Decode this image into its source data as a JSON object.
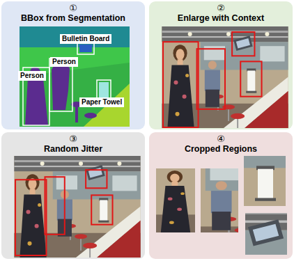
{
  "diagram": {
    "nodes": [
      {
        "text": [
          "①",
          "BBox from Segmentation"
        ]
      },
      {
        "text": [
          "Bulletin Board"
        ],
        "in": 0
      },
      {
        "text": [
          "Person"
        ],
        "in": 0
      },
      {
        "text": [
          "Person"
        ],
        "in": 0
      },
      {
        "text": [
          "Paper Towel"
        ],
        "in": 0
      },
      {
        "text": [
          "②",
          "Enlarge with Context"
        ]
      },
      {
        "text": [
          "③",
          "Random Jitter"
        ]
      },
      {
        "text": [
          "④",
          "Cropped Regions"
        ]
      }
    ]
  }
}
